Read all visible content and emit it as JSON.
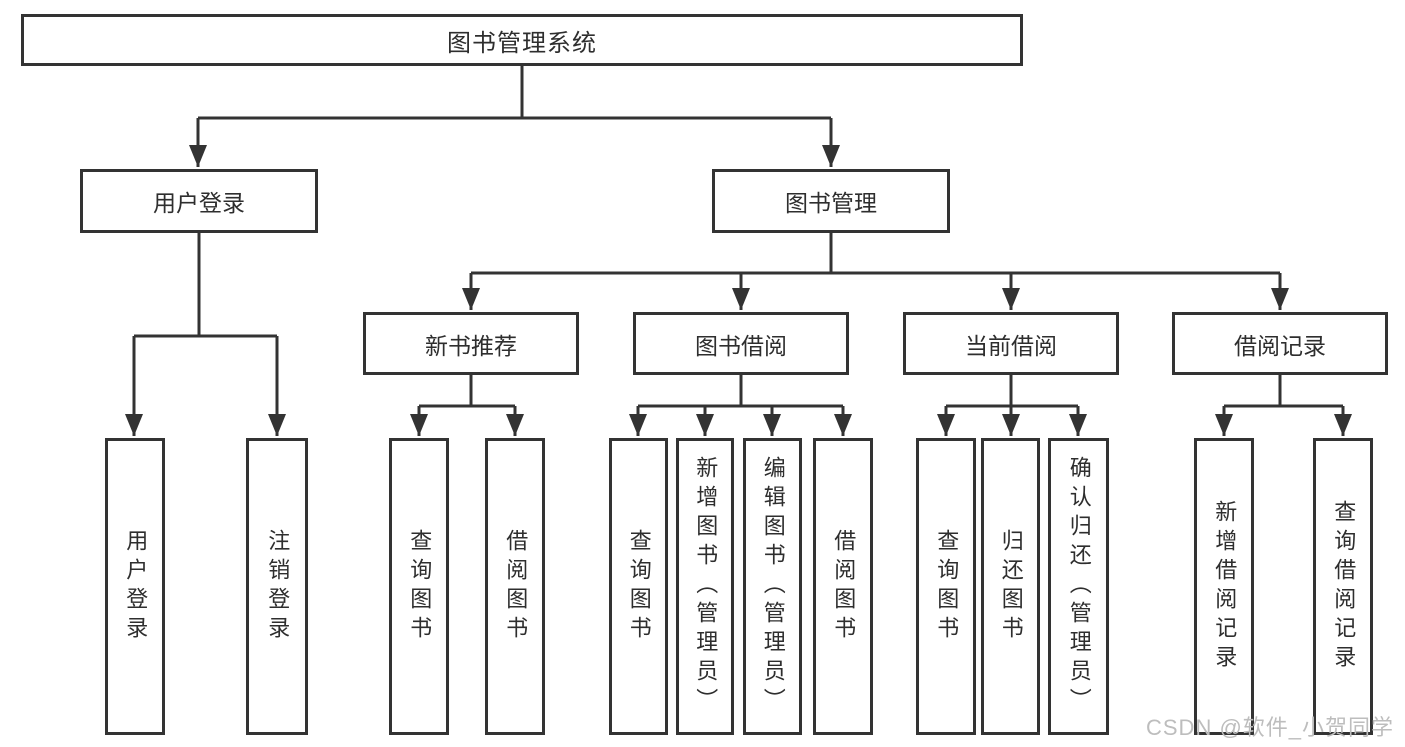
{
  "diagram": {
    "root": "图书管理系统",
    "level2": {
      "user_login": "用户登录",
      "book_management": "图书管理"
    },
    "level3": {
      "new_book_recommend": "新书推荐",
      "book_borrowing": "图书借阅",
      "current_borrowing": "当前借阅",
      "borrowing_records": "借阅记录"
    },
    "leaves": {
      "user_login": "用户登录",
      "logout": "注销登录",
      "nb_query_books": "查询图书",
      "nb_borrow_books": "借阅图书",
      "bb_query_books": "查询图书",
      "bb_add_books_admin": "新增图书（管理员）",
      "bb_edit_books_admin": "编辑图书（管理员）",
      "bb_borrow_books": "借阅图书",
      "cb_query_books": "查询图书",
      "cb_return_books": "归还图书",
      "cb_confirm_return_admin": "确认归还（管理员）",
      "br_add_record": "新增借阅记录",
      "br_query_record": "查询借阅记录"
    }
  },
  "watermark": "CSDN @软件_小贺同学",
  "colors": {
    "line": "#333333",
    "text": "#2e2e2e",
    "watermark": "#bdbdbd",
    "background": "#ffffff"
  }
}
